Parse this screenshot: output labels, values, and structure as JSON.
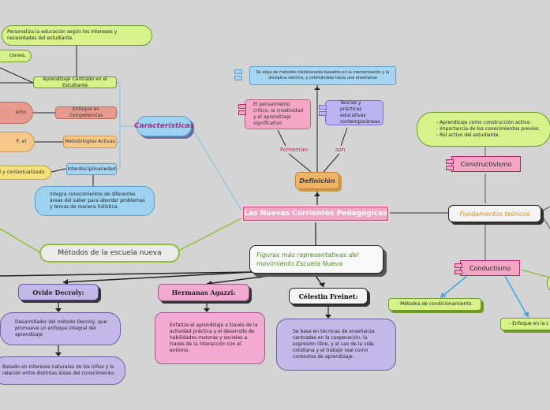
{
  "central": {
    "title": "Las Nuevas Corrientes Pedagógicas"
  },
  "caracteristicas": {
    "title": "Características",
    "items": [
      {
        "label": "Aprendizaje Centrado en el Estudiante",
        "detail": "Personaliza la educación según los intereses y necesidades del estudiante.",
        "cut": "ciones."
      },
      {
        "label": "Enfoque en Competencias",
        "cut": "ento"
      },
      {
        "label": "Metodologías Activas",
        "cut": "P, el"
      },
      {
        "label": "Interdisciplinariedad",
        "detail": "Integra conocimientos de diferentes áreas del saber para abordar problemas y temas de manera holística.",
        "cut": "al y contextualizado."
      }
    ]
  },
  "definicion": {
    "title": "Definición",
    "header_note": "Se aleja de métodos tradicionales basados en la memorización y la disciplina estricta, y colertándola hacia una enseñanza",
    "fomentan_label": "Fomentan",
    "fomentan_text": "El pensamiento crítico, la creatividad y el aprendizaje significativo",
    "son_label": "son",
    "son_text": "Teorías y prácticas educativas contemporáneas"
  },
  "fundamentos": {
    "title": "Fundamentos teóricos",
    "constructivismo": {
      "title": "Constructivismo",
      "points": [
        "- Aprendizaje como construcción activa.",
        "- Importancia de los conocimientos previos.",
        "- Rol activo del estudiante."
      ]
    },
    "conductismo": {
      "title": "Conductismo",
      "left": "- Métodos de condicionamiento.",
      "right": "- Enfoque en la c"
    }
  },
  "metodos": {
    "title": "Métodos de la escuela nueva"
  },
  "figuras": {
    "title": "Figuras más representativas del movimiento Escuela Nueva",
    "decroly": {
      "name": "Ovide Decroly:",
      "text1": "Desarrollador del método Decroly, que promueve un enfoque integral del aprendizaje",
      "text2": "Basado en intereses naturales de los niños y la relación entre distintas áreas del conocimiento."
    },
    "agazzi": {
      "name": "Hermanas Agazzi:",
      "text": "Enfatiza el aprendizaje a través de la actividad práctica y el desarrollo de habilidades motoras y sociales a través de la interacción con el entorno."
    },
    "freinet": {
      "name": "Célestin Freinet:",
      "text": "Se basa en técnicas de enseñanza centradas en la cooperación, la expresión libre, y el uso de la vida cotidiana y el trabajo real como contextos de aprendizaje."
    }
  },
  "colors": {
    "background": "#d4d4d4",
    "central_fill": "#f3a6c4",
    "central_text": "#ffffff",
    "caracteristicas_text": "#c0207a",
    "fundamentos_text": "#e08a00",
    "figuras_text": "#4f8a22"
  }
}
